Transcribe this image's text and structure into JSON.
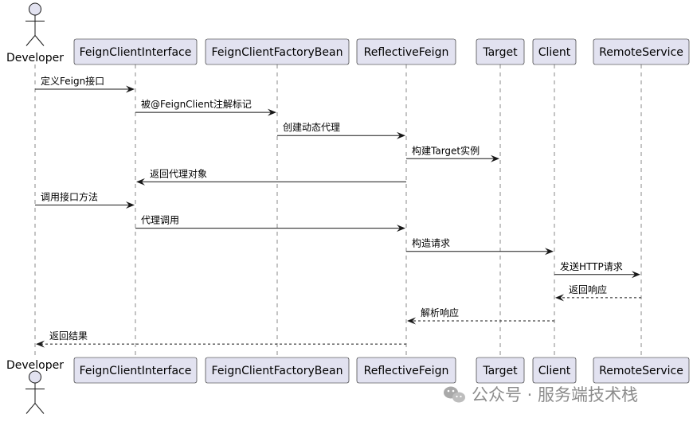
{
  "participants": [
    {
      "id": "developer",
      "label": "Developer",
      "kind": "actor"
    },
    {
      "id": "feign-client-interface",
      "label": "FeignClientInterface",
      "kind": "box"
    },
    {
      "id": "feign-client-factory-bean",
      "label": "FeignClientFactoryBean",
      "kind": "box"
    },
    {
      "id": "reflective-feign",
      "label": "ReflectiveFeign",
      "kind": "box"
    },
    {
      "id": "target",
      "label": "Target",
      "kind": "box"
    },
    {
      "id": "client",
      "label": "Client",
      "kind": "box"
    },
    {
      "id": "remote-service",
      "label": "RemoteService",
      "kind": "box"
    }
  ],
  "messages": [
    {
      "from": "developer",
      "to": "feign-client-interface",
      "text": "定义Feign接口",
      "style": "solid"
    },
    {
      "from": "feign-client-interface",
      "to": "feign-client-factory-bean",
      "text": "被@FeignClient注解标记",
      "style": "solid"
    },
    {
      "from": "feign-client-factory-bean",
      "to": "reflective-feign",
      "text": "创建动态代理",
      "style": "solid"
    },
    {
      "from": "reflective-feign",
      "to": "target",
      "text": "构建Target实例",
      "style": "solid"
    },
    {
      "from": "reflective-feign",
      "to": "feign-client-interface",
      "text": "返回代理对象",
      "style": "solid"
    },
    {
      "from": "developer",
      "to": "feign-client-interface",
      "text": "调用接口方法",
      "style": "solid"
    },
    {
      "from": "feign-client-interface",
      "to": "reflective-feign",
      "text": "代理调用",
      "style": "solid"
    },
    {
      "from": "reflective-feign",
      "to": "client",
      "text": "构造请求",
      "style": "solid"
    },
    {
      "from": "client",
      "to": "remote-service",
      "text": "发送HTTP请求",
      "style": "solid"
    },
    {
      "from": "remote-service",
      "to": "client",
      "text": "返回响应",
      "style": "dashed"
    },
    {
      "from": "client",
      "to": "reflective-feign",
      "text": "解析响应",
      "style": "dashed"
    },
    {
      "from": "reflective-feign",
      "to": "developer",
      "text": "返回结果",
      "style": "dashed"
    }
  ],
  "watermark": {
    "text": "公众号 · 服务端技术栈",
    "icon": "wechat-icon"
  },
  "colors": {
    "participant_fill": "#e2e2f0",
    "line": "#181818",
    "lifeline": "#8a8a8a",
    "watermark": "#8c8c8c"
  }
}
